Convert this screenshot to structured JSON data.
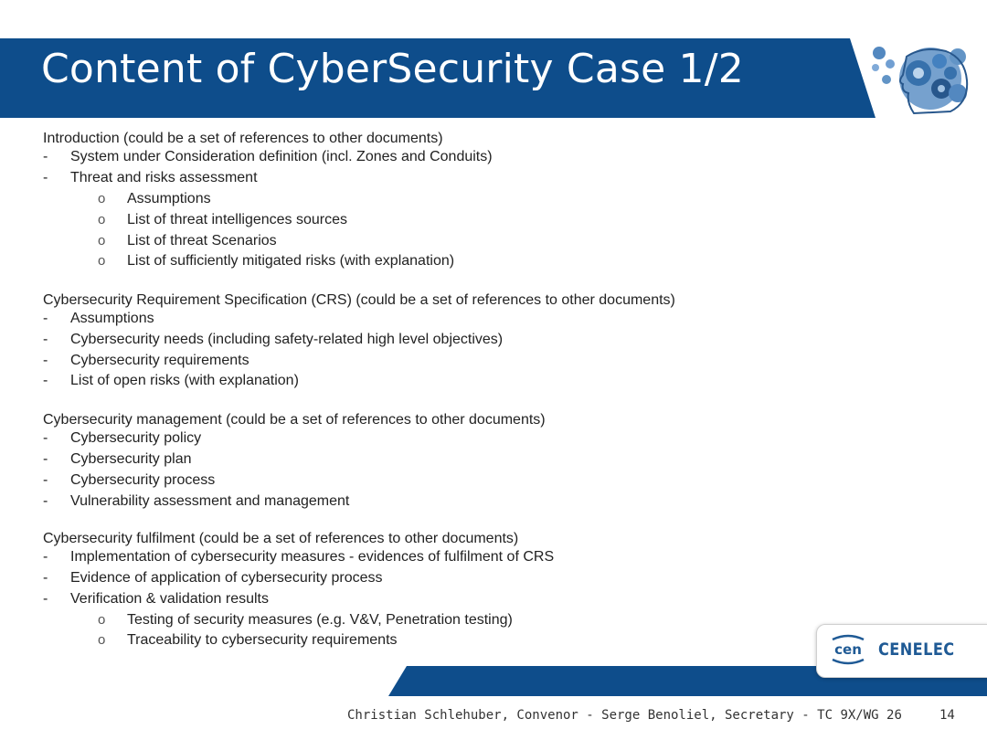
{
  "slide": {
    "title": "Content of CyberSecurity Case 1/2",
    "accent_color": "#0e4d8b"
  },
  "sections": [
    {
      "heading": "Introduction (could be a set of references to other documents)",
      "items": [
        {
          "marker": "-",
          "text": "System under Consideration definition (incl. Zones and Conduits)"
        },
        {
          "marker": "-",
          "text": "Threat and risks assessment"
        },
        {
          "marker": "o",
          "text": "Assumptions"
        },
        {
          "marker": "o",
          "text": "List of threat intelligences sources"
        },
        {
          "marker": "o",
          "text": "List of threat Scenarios"
        },
        {
          "marker": "o",
          "text": "List of sufficiently mitigated risks (with explanation)"
        }
      ]
    },
    {
      "heading": "Cybersecurity Requirement Specification (CRS) (could be a set of references to other documents)",
      "items": [
        {
          "marker": "-",
          "text": "Assumptions"
        },
        {
          "marker": "-",
          "text": "Cybersecurity needs (including safety-related high level objectives)"
        },
        {
          "marker": "-",
          "text": "Cybersecurity requirements"
        },
        {
          "marker": "-",
          "text": "List of open risks (with explanation)"
        }
      ]
    },
    {
      "heading": "Cybersecurity management (could be a set of references to other documents)",
      "items": [
        {
          "marker": "-",
          "text": "Cybersecurity policy"
        },
        {
          "marker": "-",
          "text": "Cybersecurity plan"
        },
        {
          "marker": "-",
          "text": "Cybersecurity process"
        },
        {
          "marker": "-",
          "text": "Vulnerability assessment and management"
        }
      ]
    },
    {
      "heading": "Cybersecurity fulfilment (could be a set of references to other documents)",
      "items": [
        {
          "marker": "-",
          "text": "Implementation of cybersecurity measures - evidences of fulfilment of CRS"
        },
        {
          "marker": "-",
          "text": "Evidence of application of cybersecurity process"
        },
        {
          "marker": "-",
          "text": "Verification & validation results"
        },
        {
          "marker": "o",
          "text": "Testing of security measures (e.g. V&V, Penetration testing)"
        },
        {
          "marker": "o",
          "text": "Traceability to cybersecurity requirements"
        }
      ]
    }
  ],
  "logo": {
    "cen_label": "cen",
    "cenelec_label": "CENELEC",
    "brand_color": "#1f5a95"
  },
  "footer": {
    "text": "Christian Schlehuber, Convenor -  Serge Benoliel, Secretary -  TC 9X/WG 26",
    "page_number": "14"
  }
}
